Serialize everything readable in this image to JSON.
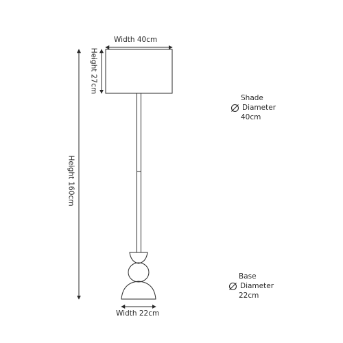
{
  "dimensions": {
    "shade_width": "Width 40cm",
    "shade_height": "Height 27cm",
    "total_height": "Height 160cm",
    "base_width": "Width 22cm"
  },
  "shade_note": {
    "title": "Shade",
    "label": "Diameter",
    "value": "40cm",
    "icon": "diameter-icon"
  },
  "base_note": {
    "title": "Base",
    "label": "Diameter",
    "value": "22cm",
    "icon": "diameter-icon"
  },
  "colors": {
    "line": "#2a2a2a"
  }
}
